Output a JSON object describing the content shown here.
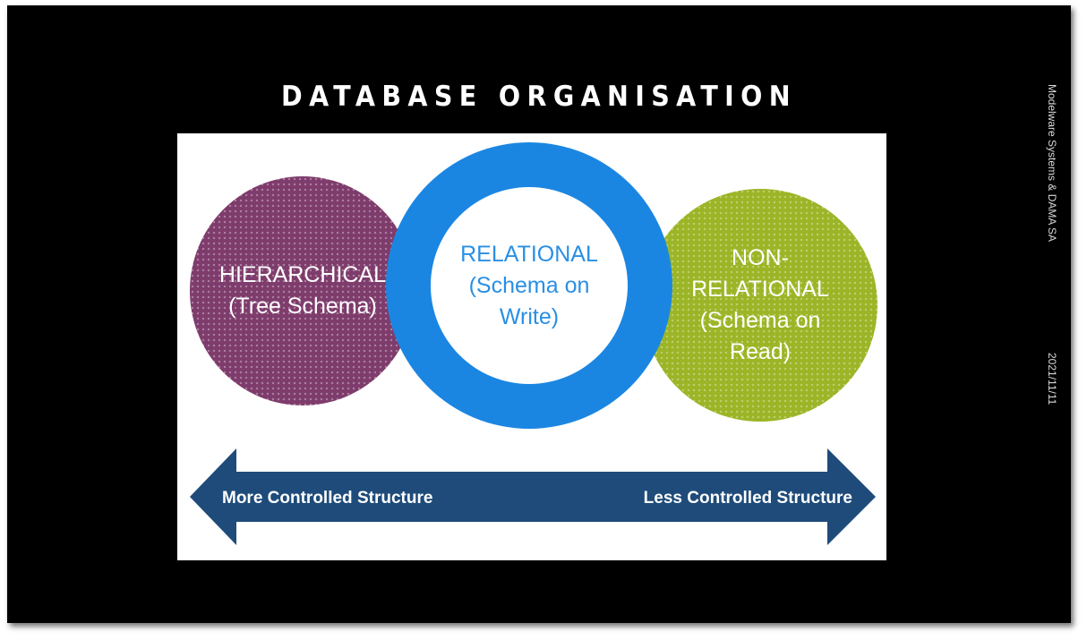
{
  "slide": {
    "title": "DATABASE ORGANISATION",
    "side_org": "Modelware Systems & DAMA SA",
    "side_date": "2021/11/11"
  },
  "diagram": {
    "hierarchical": {
      "line1": "HIERARCHICAL",
      "line2": "(Tree Schema)",
      "color": "#7e3c6c"
    },
    "relational": {
      "line1": "RELATIONAL",
      "line2": "(Schema on",
      "line3": "Write)",
      "color": "#1b86e2"
    },
    "non_relational": {
      "line1": "NON-",
      "line2": "RELATIONAL",
      "line3": "(Schema on",
      "line4": "Read)",
      "color": "#9bb527"
    },
    "arrow": {
      "left_label": "More Controlled Structure",
      "right_label": "Less Controlled Structure",
      "color": "#1e4b7a"
    }
  }
}
